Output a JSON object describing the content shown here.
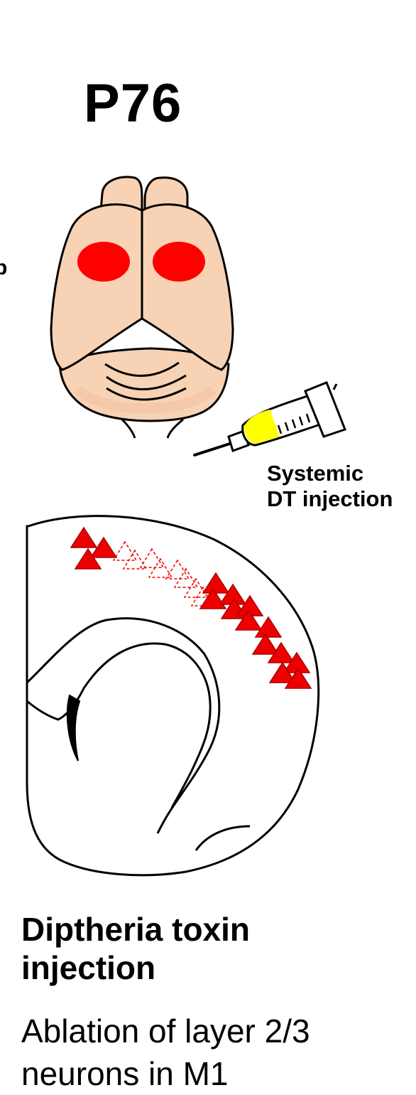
{
  "title": "P76",
  "clipped_char": "p",
  "injection": {
    "line1": "Systemic",
    "line2": "DT injection"
  },
  "caption": {
    "heading_line1": "Diptheria toxin",
    "heading_line2": "injection",
    "desc_line1": "Ablation of layer 2/3",
    "desc_line2": "neurons in M1"
  },
  "colors": {
    "brain_fill": "#f8d2b4",
    "brain_shade": "#f2c3a2",
    "m1_marker": "#ff0000",
    "syringe_liquid": "#ffff00",
    "neuron_fill": "#ee0000"
  },
  "icons": [
    "brain-dorsal-view",
    "syringe-icon",
    "coronal-section",
    "pyramidal-neuron-triangle"
  ]
}
